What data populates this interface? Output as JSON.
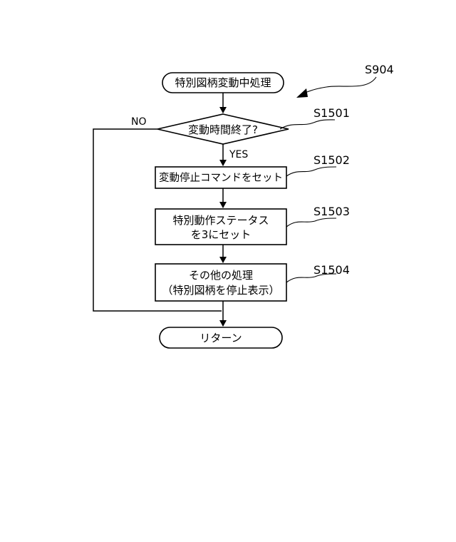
{
  "figure_label": "S904",
  "start": "特別図柄変動中処理",
  "decision": "変動時間終了?",
  "decision_no": "NO",
  "decision_yes": "YES",
  "steps": [
    {
      "id": "S1501"
    },
    {
      "id": "S1502",
      "text": "変動停止コマンドをセット"
    },
    {
      "id": "S1503",
      "line1": "特別動作ステータス",
      "line2": "を3にセット"
    },
    {
      "id": "S1504",
      "line1": "その他の処理",
      "line2": "（特別図柄を停止表示）"
    }
  ],
  "end": "リターン"
}
